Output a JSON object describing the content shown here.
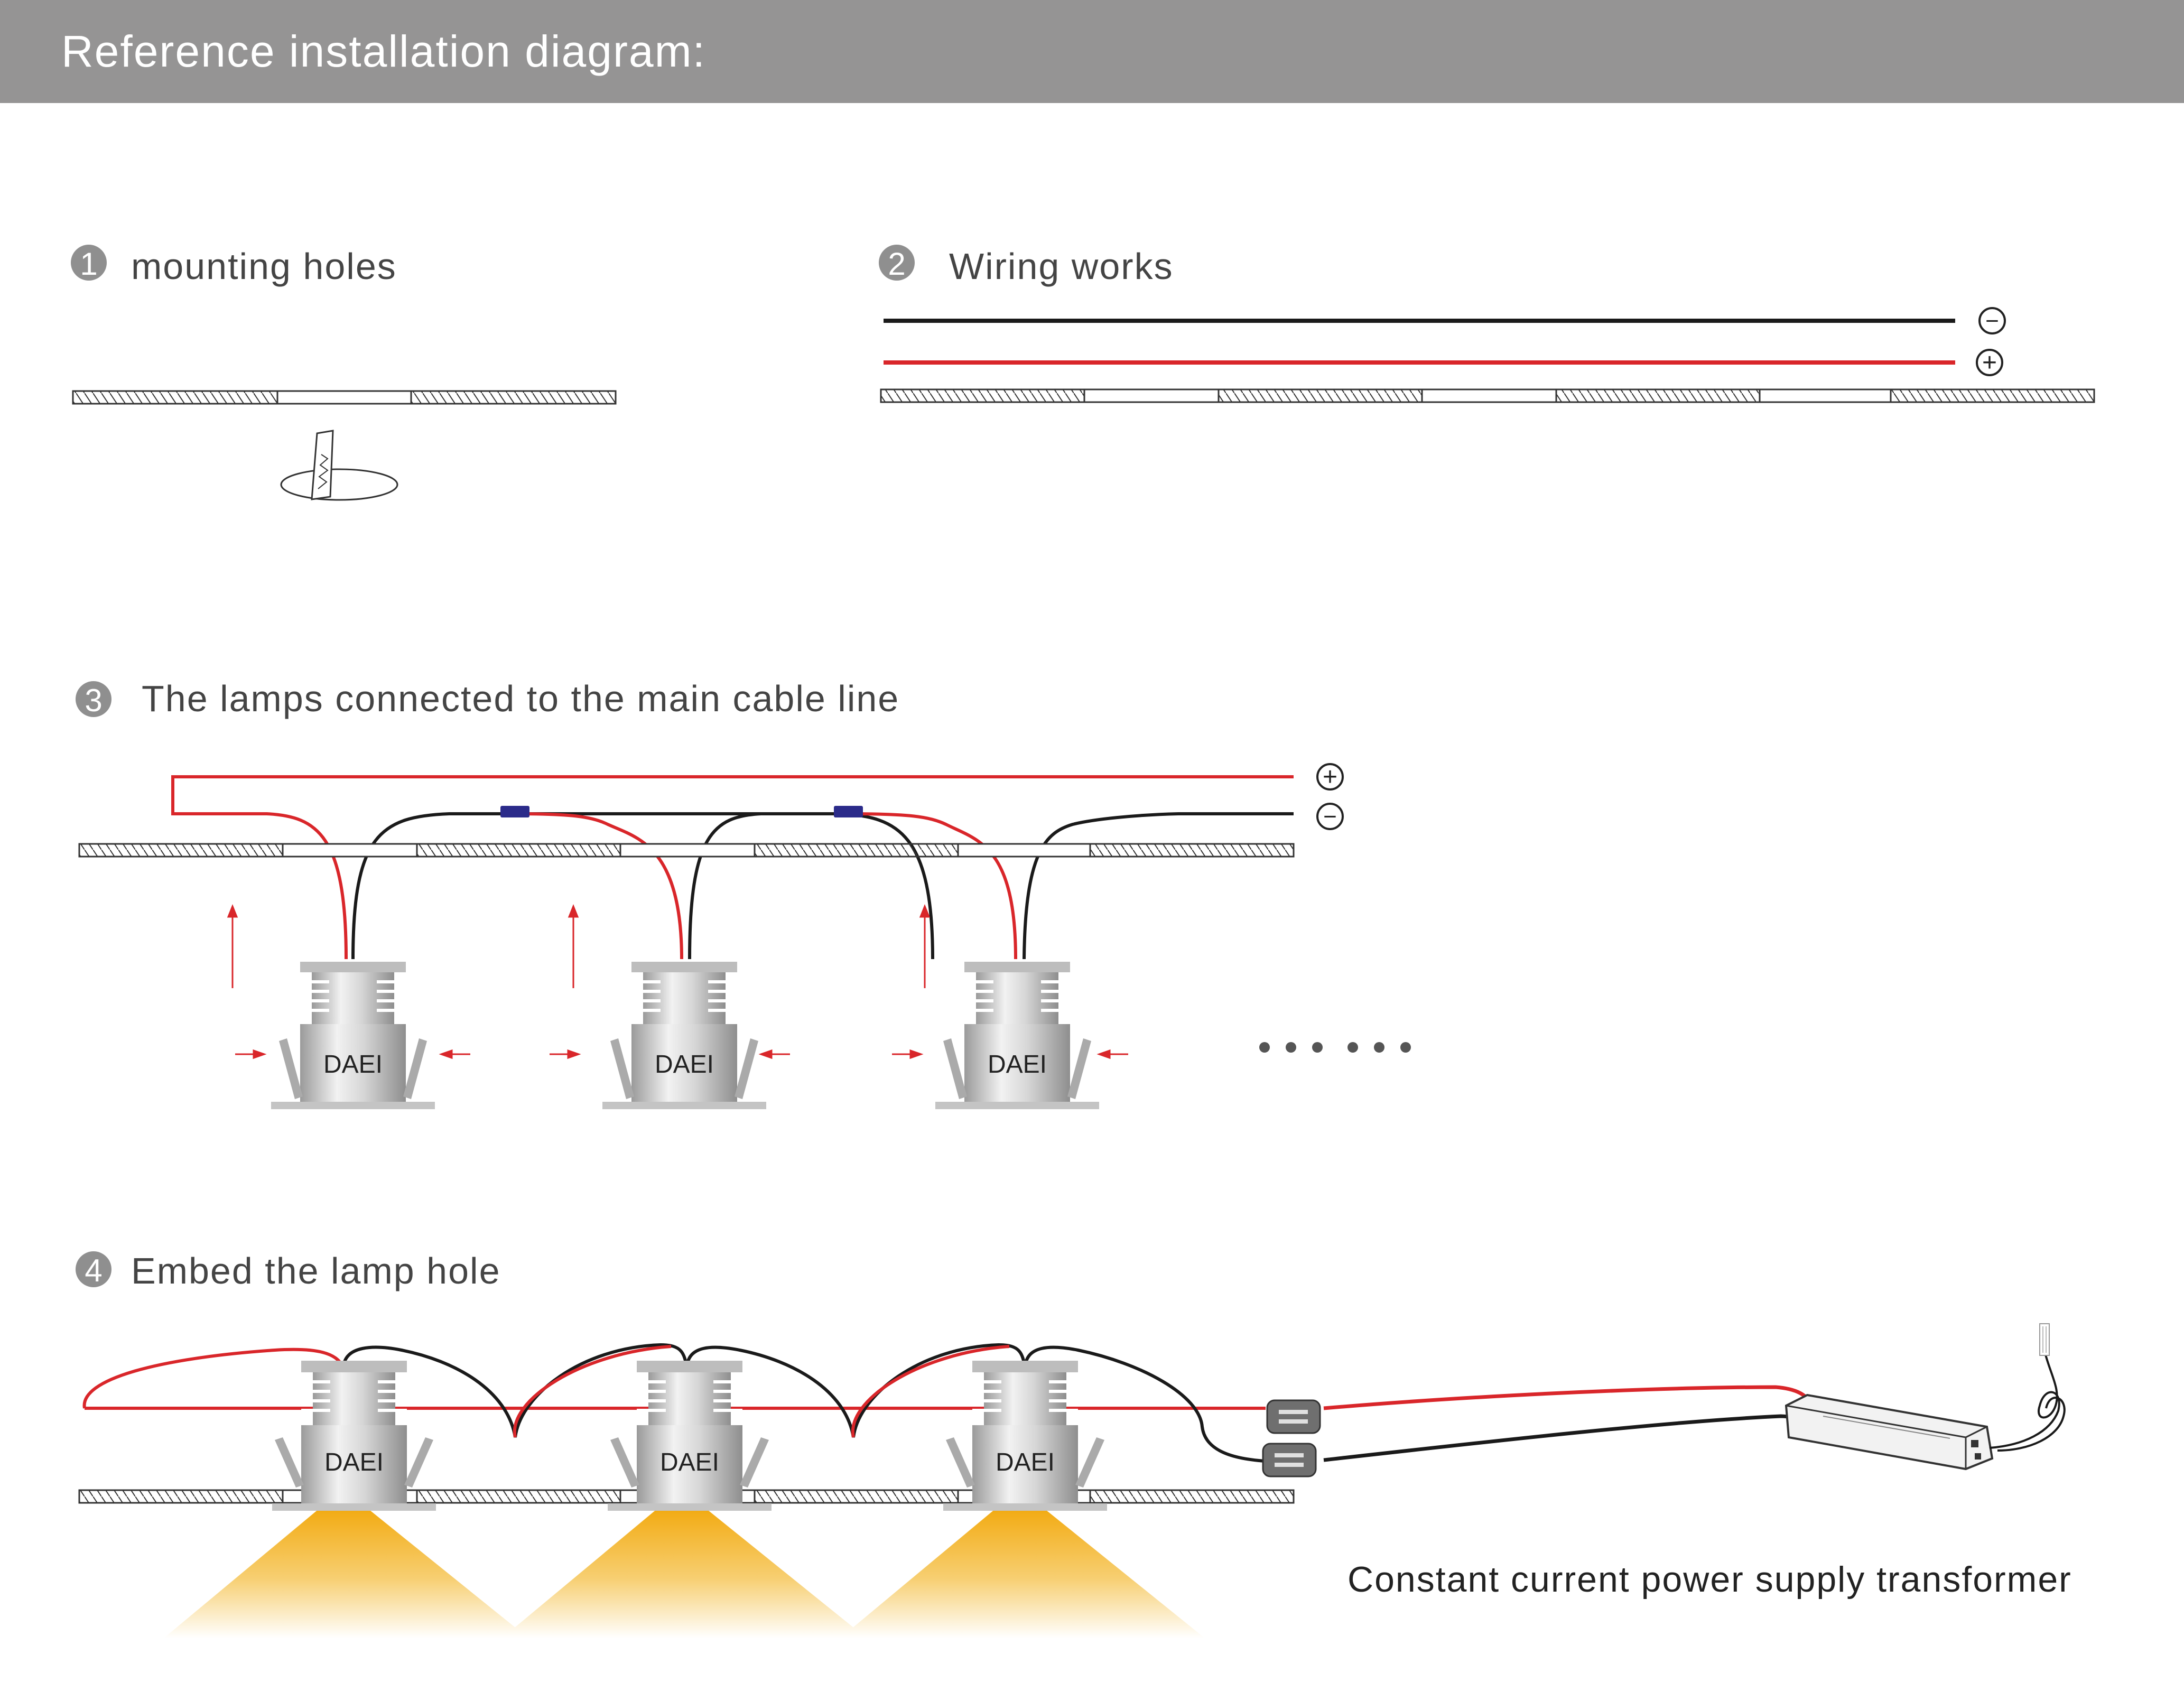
{
  "header": {
    "title": "Reference installation diagram:"
  },
  "steps": [
    {
      "number": "1",
      "label": "mounting holes"
    },
    {
      "number": "2",
      "label": "Wiring works"
    },
    {
      "number": "3",
      "label": "The lamps connected to the main cable line"
    },
    {
      "number": "4",
      "label": "Embed the lamp hole"
    }
  ],
  "lamp_brand": "DAEI",
  "symbols": {
    "plus": "+",
    "minus": "−"
  },
  "transformer_label": "Constant current power supply transformer",
  "colors": {
    "header": "#959494",
    "positive_wire": "#d9262a",
    "negative_wire": "#1a1a1a",
    "connector": "#2b2b8a",
    "light_beam": "#f4b01c",
    "lamp_body": "#c8c8c8"
  }
}
